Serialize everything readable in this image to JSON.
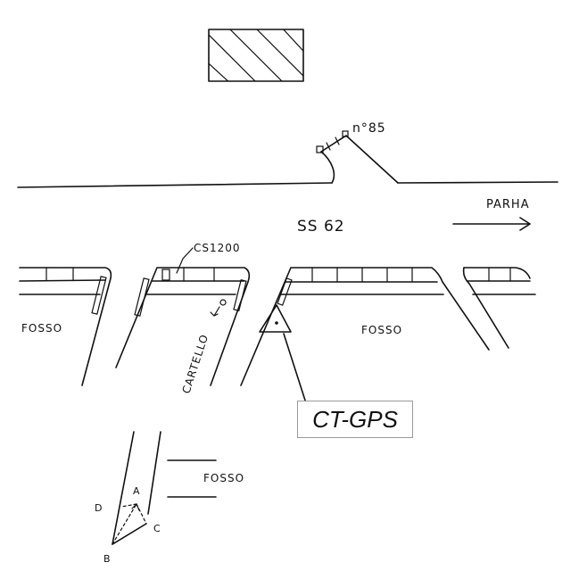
{
  "labels": {
    "house_number": "n°85",
    "road": "SS 62",
    "direction": "PARHA",
    "cs_marker": "CS1200",
    "ditch_left": "FOSSO",
    "ditch_right": "FOSSO",
    "ditch_bottom": "FOSSO",
    "sign": "CARTELLO",
    "gps_station": "CT-GPS",
    "point_a": "A",
    "point_b": "B",
    "point_c": "C",
    "point_d": "D"
  }
}
